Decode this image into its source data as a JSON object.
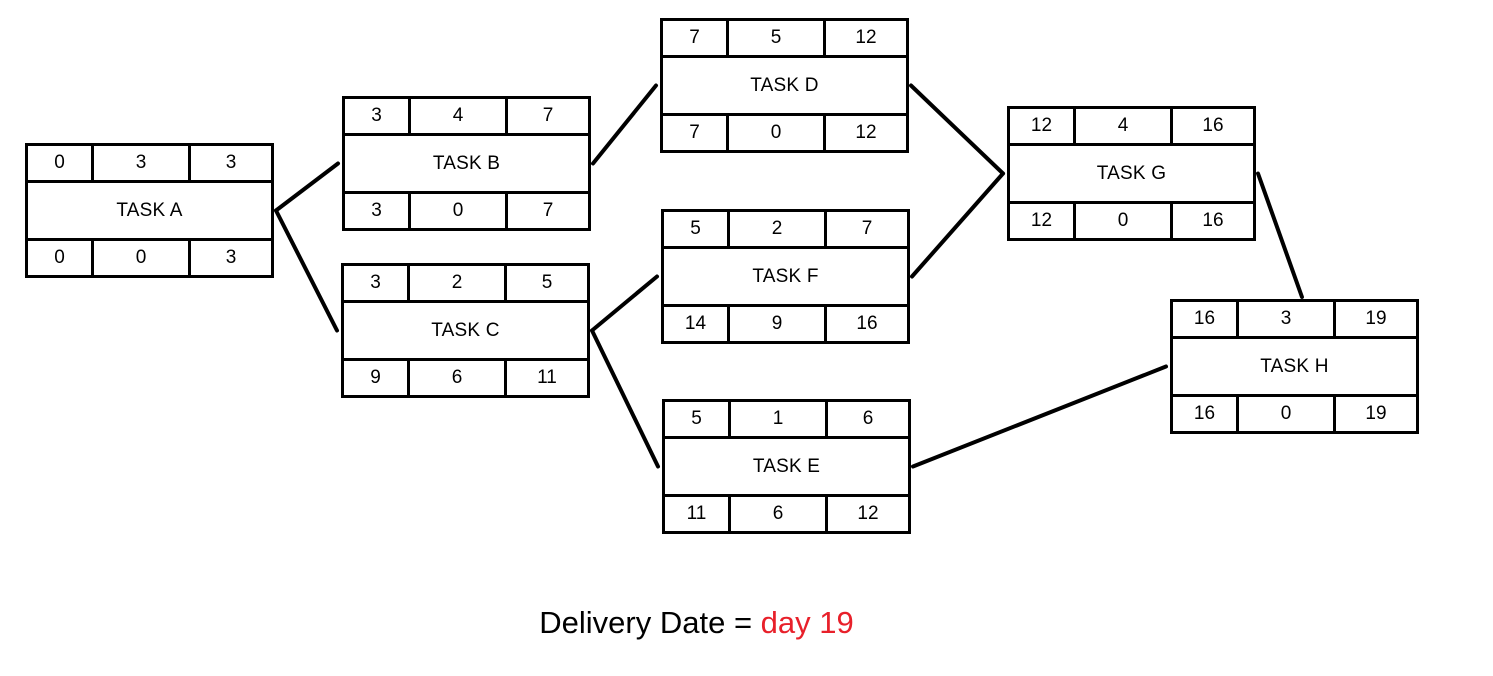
{
  "colors": {
    "stroke": "#000000",
    "highlight": "#e8202a"
  },
  "tasks": [
    {
      "id": "A",
      "label": "TASK A",
      "es": "0",
      "duration": "3",
      "ef": "3",
      "ls": "0",
      "slack": "0",
      "lf": "3"
    },
    {
      "id": "B",
      "label": "TASK B",
      "es": "3",
      "duration": "4",
      "ef": "7",
      "ls": "3",
      "slack": "0",
      "lf": "7"
    },
    {
      "id": "C",
      "label": "TASK  C",
      "es": "3",
      "duration": "2",
      "ef": "5",
      "ls": "9",
      "slack": "6",
      "lf": "11"
    },
    {
      "id": "D",
      "label": "TASK  D",
      "es": "7",
      "duration": "5",
      "ef": "12",
      "ls": "7",
      "slack": "0",
      "lf": "12"
    },
    {
      "id": "F",
      "label": "TASK F",
      "es": "5",
      "duration": "2",
      "ef": "7",
      "ls": "14",
      "slack": "9",
      "lf": "16"
    },
    {
      "id": "E",
      "label": "TASK  E",
      "es": "5",
      "duration": "1",
      "ef": "6",
      "ls": "11",
      "slack": "6",
      "lf": "12"
    },
    {
      "id": "G",
      "label": "TASK G",
      "es": "12",
      "duration": "4",
      "ef": "16",
      "ls": "12",
      "slack": "0",
      "lf": "16"
    },
    {
      "id": "H",
      "label": "TASK H",
      "es": "16",
      "duration": "3",
      "ef": "19",
      "ls": "16",
      "slack": "0",
      "lf": "19"
    }
  ],
  "links": [
    {
      "from": "A",
      "to": "B"
    },
    {
      "from": "A",
      "to": "C"
    },
    {
      "from": "B",
      "to": "D"
    },
    {
      "from": "C",
      "to": "F"
    },
    {
      "from": "C",
      "to": "E"
    },
    {
      "from": "D",
      "to": "G"
    },
    {
      "from": "F",
      "to": "G"
    },
    {
      "from": "G",
      "to": "H"
    },
    {
      "from": "E",
      "to": "H"
    }
  ],
  "caption": {
    "prefix": "Delivery Date = ",
    "value": "day 19"
  }
}
